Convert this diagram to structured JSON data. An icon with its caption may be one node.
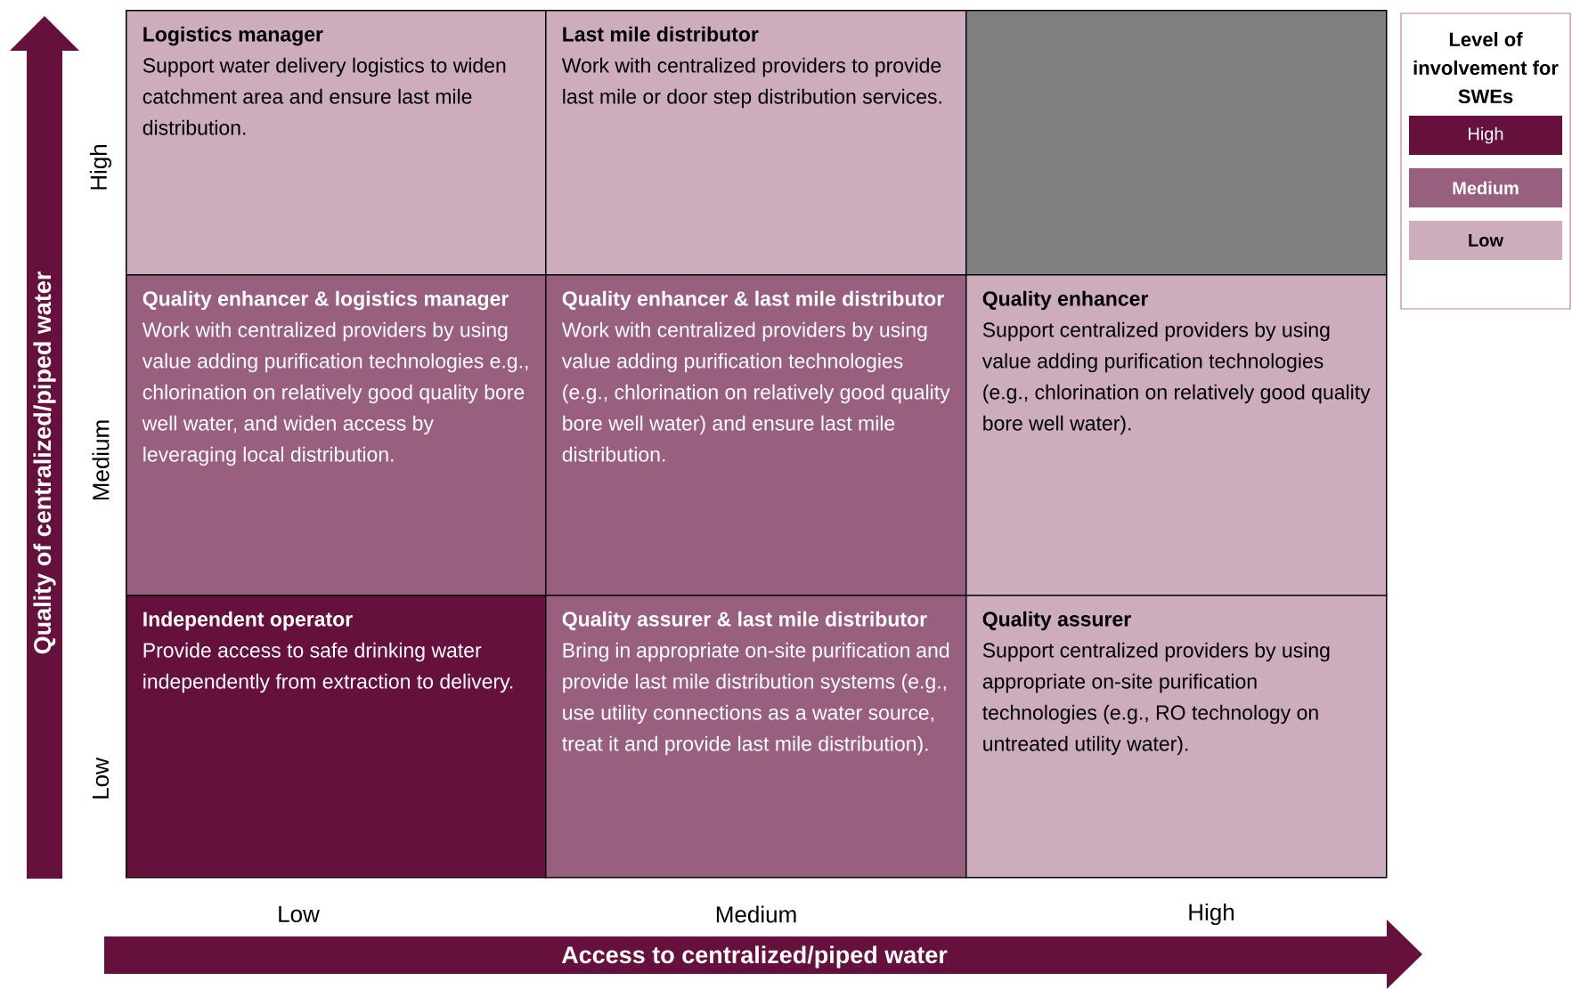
{
  "diagram": {
    "nodes": [
      {
        "text": [
          "Logistics manager",
          "Support water delivery logistics to widen catchment area and ensure last mile distribution."
        ]
      },
      {
        "text": [
          "Last mile distributor",
          "Work with centralized providers to provide last mile or door step distribution services."
        ]
      },
      {
        "text": [],
        "shape": "box"
      },
      {
        "text": [
          "Quality enhancer & logistics manager",
          "Work with centralized providers by using value adding purification technologies e.g., chlorination on relatively good quality bore well water, and widen access by leveraging local distribution."
        ]
      },
      {
        "text": [
          "Quality enhancer & last mile distributor",
          "Work with centralized providers by using value adding purification technologies (e.g., chlorination on relatively good quality bore well water) and ensure last mile distribution."
        ]
      },
      {
        "text": [
          "Quality enhancer",
          "Support centralized providers by using value adding purification technologies (e.g., chlorination on relatively good quality bore well water)."
        ]
      },
      {
        "text": [
          "Independent operator",
          "Provide access to safe drinking water independently from extraction to delivery."
        ]
      },
      {
        "text": [
          "Quality assurer & last mile distributor",
          "Bring in appropriate on-site purification and provide last mile distribution systems (e.g., use utility connections as a water source, treat it and provide last mile distribution)."
        ]
      },
      {
        "text": [
          "Quality assurer",
          "Support centralized providers by using appropriate on-site purification technologies (e.g., RO technology on untreated utility water)."
        ]
      }
    ],
    "labels": [
      "Quality of centralized/piped water",
      "High",
      "Medium",
      "Low",
      "Level of involvement for SWEs",
      "Low",
      "Medium",
      "High",
      "Access to centralized/piped water"
    ],
    "legend": [
      {
        "text": "High",
        "color": "#66103d"
      },
      {
        "text": "Medium",
        "color": "#98607e"
      },
      {
        "text": "Low",
        "color": "#cdadbd"
      }
    ]
  }
}
